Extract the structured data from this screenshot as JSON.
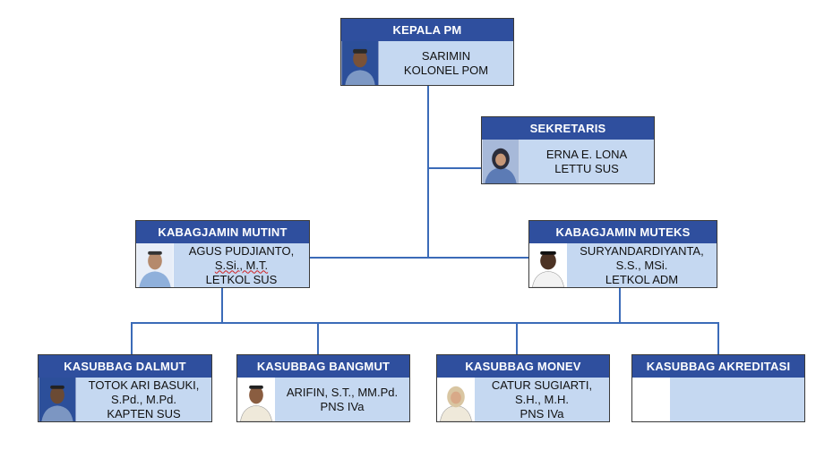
{
  "colors": {
    "header_bg": "#2f4f9e",
    "body_bg": "#c5d8f1",
    "connector": "#3b6bb8"
  },
  "nodes": {
    "kepala": {
      "title": "KEPALA PM",
      "lines": [
        "SARIMIN",
        "KOLONEL POM"
      ],
      "photo": "officer-photo-male"
    },
    "sekretaris": {
      "title": "SEKRETARIS",
      "lines": [
        "ERNA E. LONA",
        "LETTU SUS"
      ],
      "photo": "officer-photo-female-hijab"
    },
    "mutint": {
      "title": "KABAGJAMIN MUTINT",
      "lines": [
        "AGUS PUDJIANTO,",
        "S.Si., M.T.",
        "LETKOL SUS"
      ],
      "photo": "officer-photo-male"
    },
    "muteks": {
      "title": "KABAGJAMIN MUTEKS",
      "lines": [
        "SURYANDARDIYANTA,",
        "S.S., MSi.",
        "LETKOL ADM"
      ],
      "photo": "officer-photo-male"
    },
    "dalmut": {
      "title": "KASUBBAG DALMUT",
      "lines": [
        "TOTOK ARI BASUKI,",
        "S.Pd., M.Pd.",
        "KAPTEN SUS"
      ],
      "photo": "officer-photo-male"
    },
    "bangmut": {
      "title": "KASUBBAG BANGMUT",
      "lines": [
        "ARIFIN, S.T., MM.Pd.",
        "PNS IVa"
      ],
      "photo": "officer-photo-male"
    },
    "monev": {
      "title": "KASUBBAG MONEV",
      "lines": [
        "CATUR SUGIARTI,",
        "S.H., M.H.",
        "PNS IVa"
      ],
      "photo": "officer-photo-female-hijab"
    },
    "akreditasi": {
      "title": "KASUBBAG AKREDITASI",
      "lines": [],
      "photo": "empty-photo"
    }
  }
}
